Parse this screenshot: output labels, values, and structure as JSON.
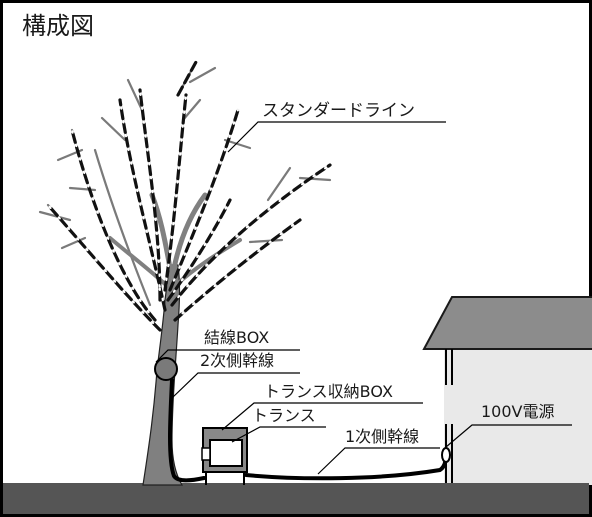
{
  "title": "構成図",
  "labels": {
    "standard_line": "スタンダードライン",
    "junction_box": "結線BOX",
    "secondary_trunk": "2次側幹線",
    "transformer_box": "トランス収納BOX",
    "transformer": "トランス",
    "primary_trunk": "1次側幹線",
    "power_source": "100V電源"
  },
  "colors": {
    "ground": "#555555",
    "house_wall": "#e9e9e9",
    "roof": "#8c8c8c",
    "branch": "#7a7a7a",
    "trunk": "#808080",
    "light_line": "#111111",
    "border": "#000000"
  }
}
